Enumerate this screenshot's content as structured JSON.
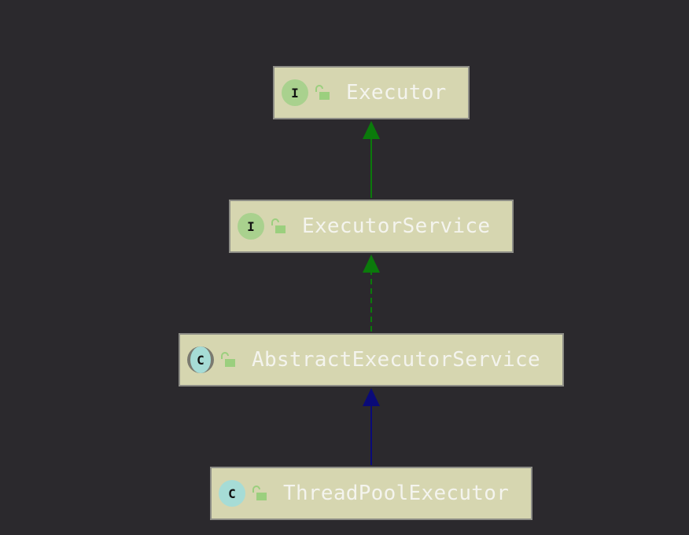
{
  "diagram": {
    "nodes": [
      {
        "id": "executor",
        "kind": "interface",
        "badge": "I",
        "label": "Executor"
      },
      {
        "id": "executor-service",
        "kind": "interface",
        "badge": "I",
        "label": "ExecutorService"
      },
      {
        "id": "abstract-executor-service",
        "kind": "abstract-class",
        "badge": "C",
        "label": "AbstractExecutorService"
      },
      {
        "id": "thread-pool-executor",
        "kind": "class",
        "badge": "C",
        "label": "ThreadPoolExecutor"
      }
    ],
    "edges": [
      {
        "from": "executor-service",
        "to": "executor",
        "type": "extends",
        "line": "solid",
        "color": "#0b7a0b"
      },
      {
        "from": "abstract-executor-service",
        "to": "executor-service",
        "type": "implements",
        "line": "dashed",
        "color": "#0b7a0b"
      },
      {
        "from": "thread-pool-executor",
        "to": "abstract-executor-service",
        "type": "extends",
        "line": "solid",
        "color": "#0a0a78"
      }
    ],
    "icons": {
      "interface_badge": "interface-icon",
      "class_badge": "class-icon",
      "visibility": "public-unlocked-icon"
    },
    "colors": {
      "background": "#2b292d",
      "node_fill": "#d6d6b0",
      "node_border": "#8d8d86",
      "interface_badge": "#a9d18e",
      "class_badge": "#a6dcd6",
      "green_arrow": "#0b7a0b",
      "blue_arrow": "#0a0a78"
    }
  }
}
